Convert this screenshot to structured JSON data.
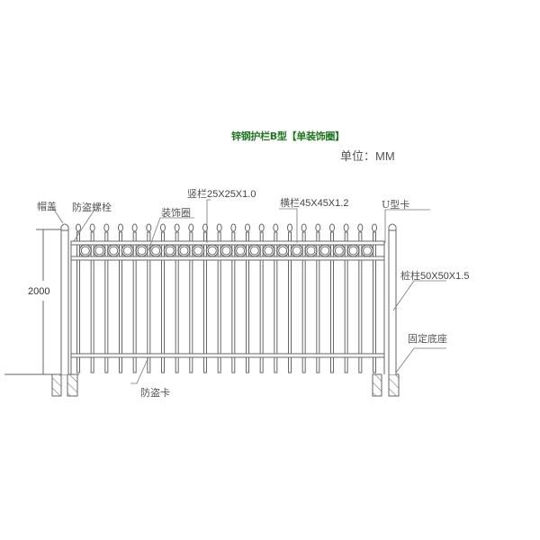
{
  "title": "锌钢护栏B型【单装饰圈】",
  "unit": {
    "label": "单位：",
    "value": "MM"
  },
  "dimension": {
    "height": "2000"
  },
  "labels": {
    "cap": "帽盖",
    "anti_theft_bolt": "防盗螺栓",
    "decorative_ring": "装饰圈",
    "picket": {
      "name": "竖栏",
      "spec": "25X25X1.0"
    },
    "rail": {
      "name": "横栏",
      "spec": "45X45X1.2"
    },
    "u_clip": "U型卡",
    "post": {
      "name": "桩柱",
      "spec": "50X50X1.5"
    },
    "base": "固定底座",
    "anti_theft_clip": "防盗卡"
  },
  "structure": {
    "picket_count": 22,
    "ring_count": 21,
    "posts": 2,
    "rails": 3
  },
  "colors": {
    "title": "#1f7a1f",
    "line": "#555555",
    "text": "#555555"
  }
}
